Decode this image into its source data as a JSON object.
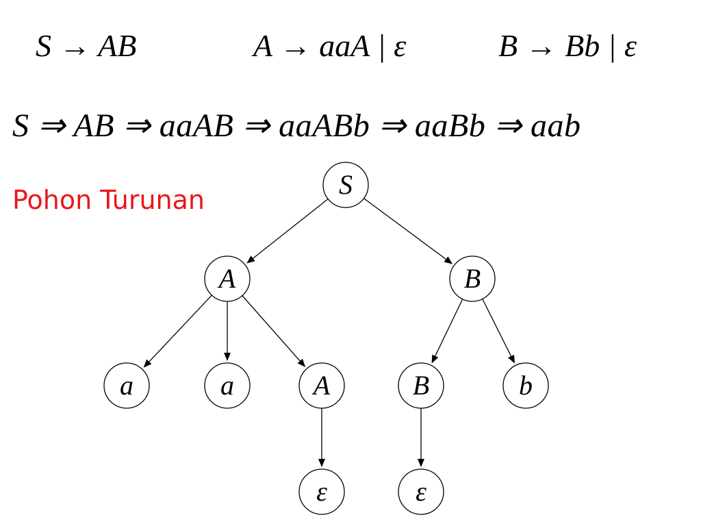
{
  "grammar": {
    "rule_s": "S → AB",
    "rule_a": "A → aaA | ε",
    "rule_b": "B → Bb | ε"
  },
  "derivation": "S ⇒ AB ⇒ aaAB ⇒ aaABb ⇒ aaBb ⇒ aab",
  "heading": "Pohon Turunan",
  "colors": {
    "heading": "#e8171b",
    "line": "#000000"
  },
  "tree": {
    "nodes": [
      {
        "id": "S",
        "label": "S",
        "parent": null
      },
      {
        "id": "A1",
        "label": "A",
        "parent": "S"
      },
      {
        "id": "B1",
        "label": "B",
        "parent": "S"
      },
      {
        "id": "a1",
        "label": "a",
        "parent": "A1"
      },
      {
        "id": "a2",
        "label": "a",
        "parent": "A1"
      },
      {
        "id": "A2",
        "label": "A",
        "parent": "A1"
      },
      {
        "id": "B2",
        "label": "B",
        "parent": "B1"
      },
      {
        "id": "b1",
        "label": "b",
        "parent": "B1"
      },
      {
        "id": "eps1",
        "label": "ε",
        "parent": "A2"
      },
      {
        "id": "eps2",
        "label": "ε",
        "parent": "B2"
      }
    ]
  }
}
